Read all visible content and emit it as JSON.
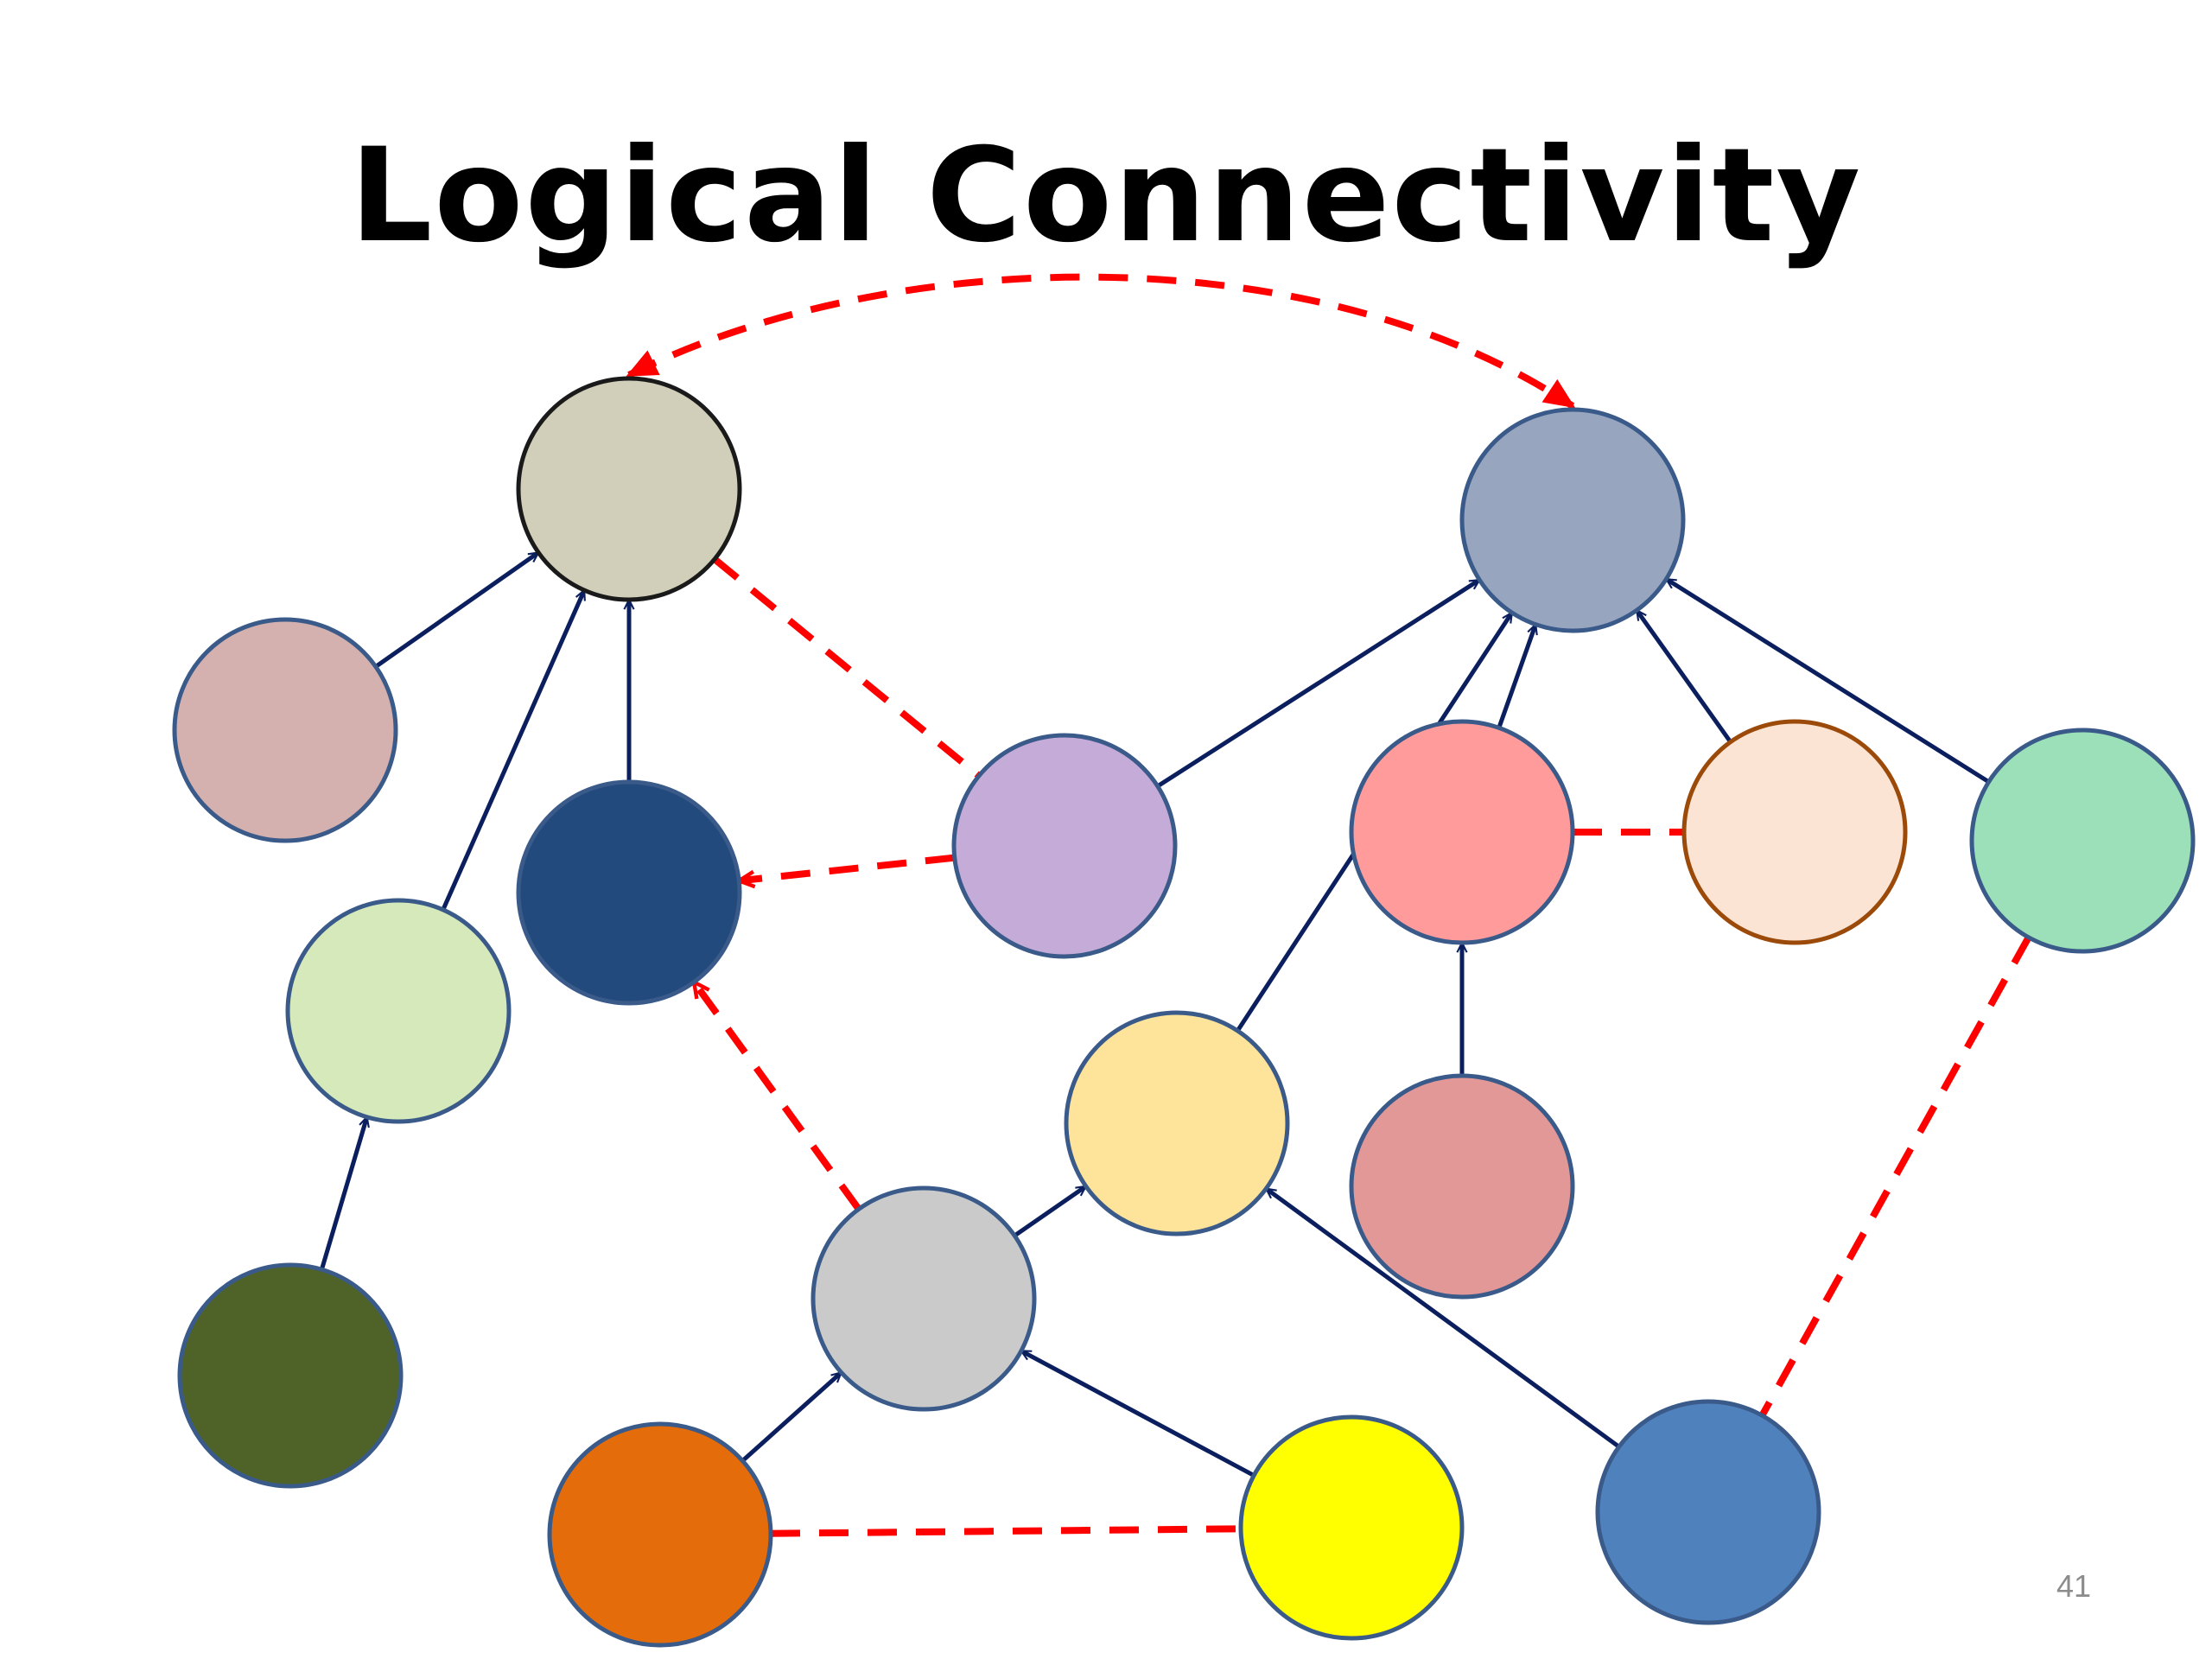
{
  "slide": {
    "title": "Logical Connectivity",
    "page_number": "41"
  },
  "colors": {
    "tree_edge": "#0b1f5e",
    "logical_link": "#ff0000",
    "node_outline": "#3a5a8a"
  },
  "nodes": [
    {
      "id": "tan",
      "fill": "#d1cfb9",
      "stroke": "#1a1a1a"
    },
    {
      "id": "rose",
      "fill": "#d4b0ae",
      "stroke": "#3a5a8a"
    },
    {
      "id": "navy",
      "fill": "#224a7c",
      "stroke": "#3a5a8a"
    },
    {
      "id": "lightgreen",
      "fill": "#d5e9bb",
      "stroke": "#3a5a8a"
    },
    {
      "id": "olive",
      "fill": "#4f6228",
      "stroke": "#3a5a8a"
    },
    {
      "id": "lavender",
      "fill": "#c5abd8",
      "stroke": "#3a5a8a"
    },
    {
      "id": "slate",
      "fill": "#97a5bf",
      "stroke": "#3a5a8a"
    },
    {
      "id": "pink",
      "fill": "#ff9b9b",
      "stroke": "#3a5a8a"
    },
    {
      "id": "peach",
      "fill": "#fbe4d3",
      "stroke": "#9c4a0a"
    },
    {
      "id": "mint",
      "fill": "#9ce0b9",
      "stroke": "#3a5a8a"
    },
    {
      "id": "cream",
      "fill": "#fde49a",
      "stroke": "#3a5a8a"
    },
    {
      "id": "dustyrose",
      "fill": "#e39898",
      "stroke": "#3a5a8a"
    },
    {
      "id": "gray",
      "fill": "#cacaca",
      "stroke": "#3a5a8a"
    },
    {
      "id": "orange",
      "fill": "#e46c0a",
      "stroke": "#3a5a8a"
    },
    {
      "id": "yellow",
      "fill": "#ffff00",
      "stroke": "#3a5a8a"
    },
    {
      "id": "steelblue",
      "fill": "#4f81bd",
      "stroke": "#3a5a8a"
    }
  ],
  "tree_edges": [
    {
      "from": "rose",
      "to": "tan"
    },
    {
      "from": "lightgreen",
      "to": "tan"
    },
    {
      "from": "navy",
      "to": "tan"
    },
    {
      "from": "olive",
      "to": "lightgreen"
    },
    {
      "from": "lavender",
      "to": "slate"
    },
    {
      "from": "cream",
      "to": "slate"
    },
    {
      "from": "pink",
      "to": "slate"
    },
    {
      "from": "peach",
      "to": "slate"
    },
    {
      "from": "mint",
      "to": "slate"
    },
    {
      "from": "dustyrose",
      "to": "pink"
    },
    {
      "from": "gray",
      "to": "cream"
    },
    {
      "from": "orange",
      "to": "gray"
    },
    {
      "from": "yellow",
      "to": "gray"
    },
    {
      "from": "steelblue",
      "to": "cream"
    }
  ],
  "logical_links": [
    {
      "from": "tan",
      "to": "lavender",
      "arrow": false
    },
    {
      "from": "lavender",
      "to": "navy",
      "arrow": true
    },
    {
      "from": "gray",
      "to": "navy",
      "arrow": true
    },
    {
      "from": "pink",
      "to": "peach",
      "arrow": false
    },
    {
      "from": "orange",
      "to": "yellow",
      "arrow": false
    },
    {
      "from": "mint",
      "to": "steelblue",
      "arrow": false
    },
    {
      "from": "tan",
      "to": "slate",
      "arrow": "both",
      "curved": true
    }
  ]
}
